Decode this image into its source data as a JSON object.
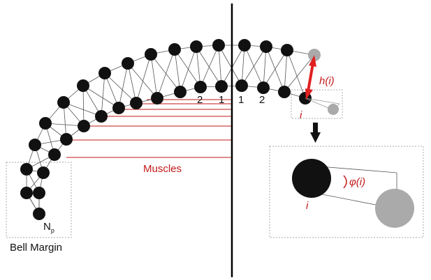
{
  "labels": {
    "muscles": "Muscles",
    "bell_margin": "Bell Margin",
    "np_base": "N",
    "np_sub": "p",
    "h": "h(i)",
    "phi": "φ(i)",
    "i_small": "i",
    "i_large": "i",
    "idx_left_2": "2",
    "idx_left_1": "1",
    "idx_right_1": "1",
    "idx_right_2": "2"
  },
  "colors": {
    "node": "#111111",
    "node_ghost": "#aaaaaa",
    "muscle": "#c21a1a",
    "arrow": "#e02020",
    "mesh": "#555555",
    "frame": "#aaaaaa",
    "axis": "#000000"
  },
  "icons": {
    "down_arrow": "down-arrow-icon",
    "double_arrow": "double-arrow-icon"
  }
}
